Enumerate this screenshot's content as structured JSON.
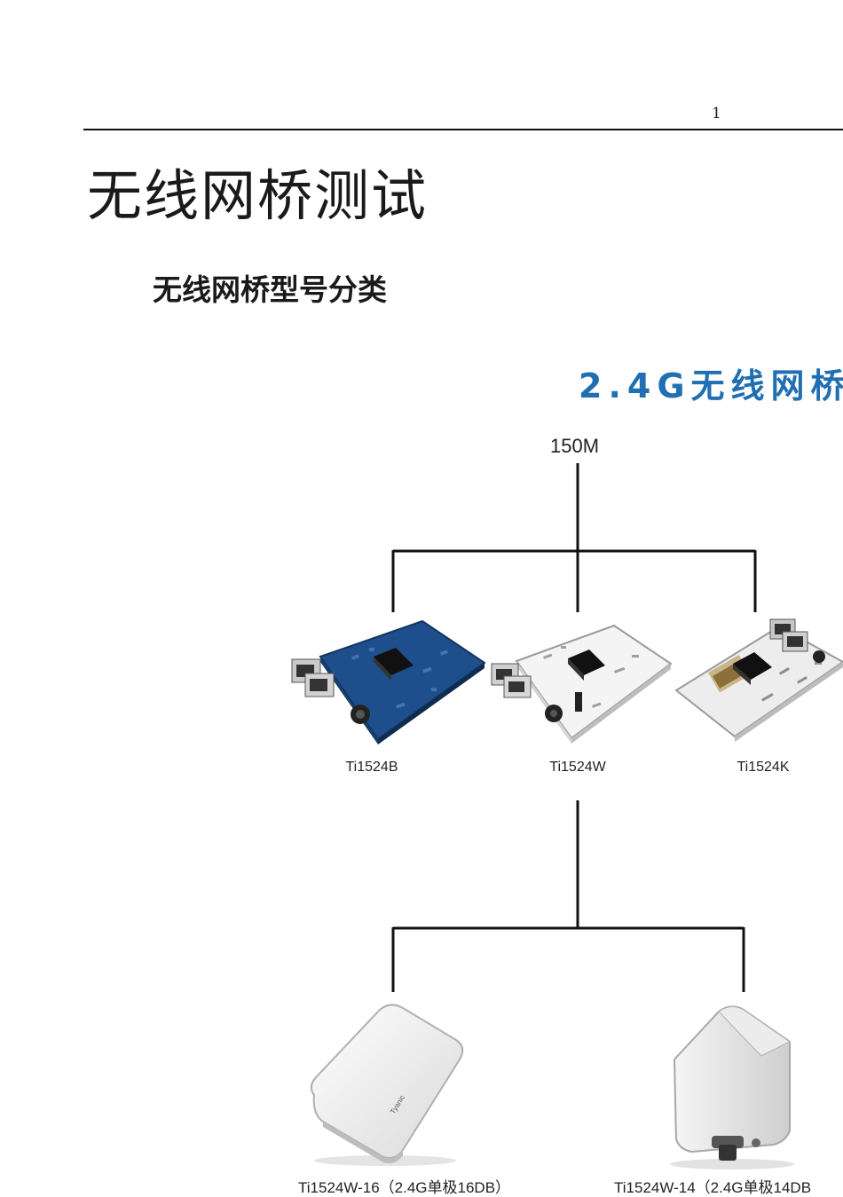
{
  "header": {
    "page_number": "1"
  },
  "title": "无线网桥测试",
  "section_heading": "无线网桥型号分类",
  "diagram": {
    "title": "2.4G无线网桥",
    "root_label": "150M",
    "boards": [
      {
        "label": "Ti1524B",
        "color": "#1e4f8c"
      },
      {
        "label": "Ti1524W",
        "color": "#f2f2f2"
      },
      {
        "label": "Ti1524K",
        "color": "#ececec"
      }
    ],
    "devices": [
      {
        "label": "Ti1524W-16（2.4G单极16DB）"
      },
      {
        "label": "Ti1524W-14（2.4G单极14DB"
      }
    ]
  },
  "colors": {
    "accent": "#1f6fb2",
    "line": "#111111"
  }
}
